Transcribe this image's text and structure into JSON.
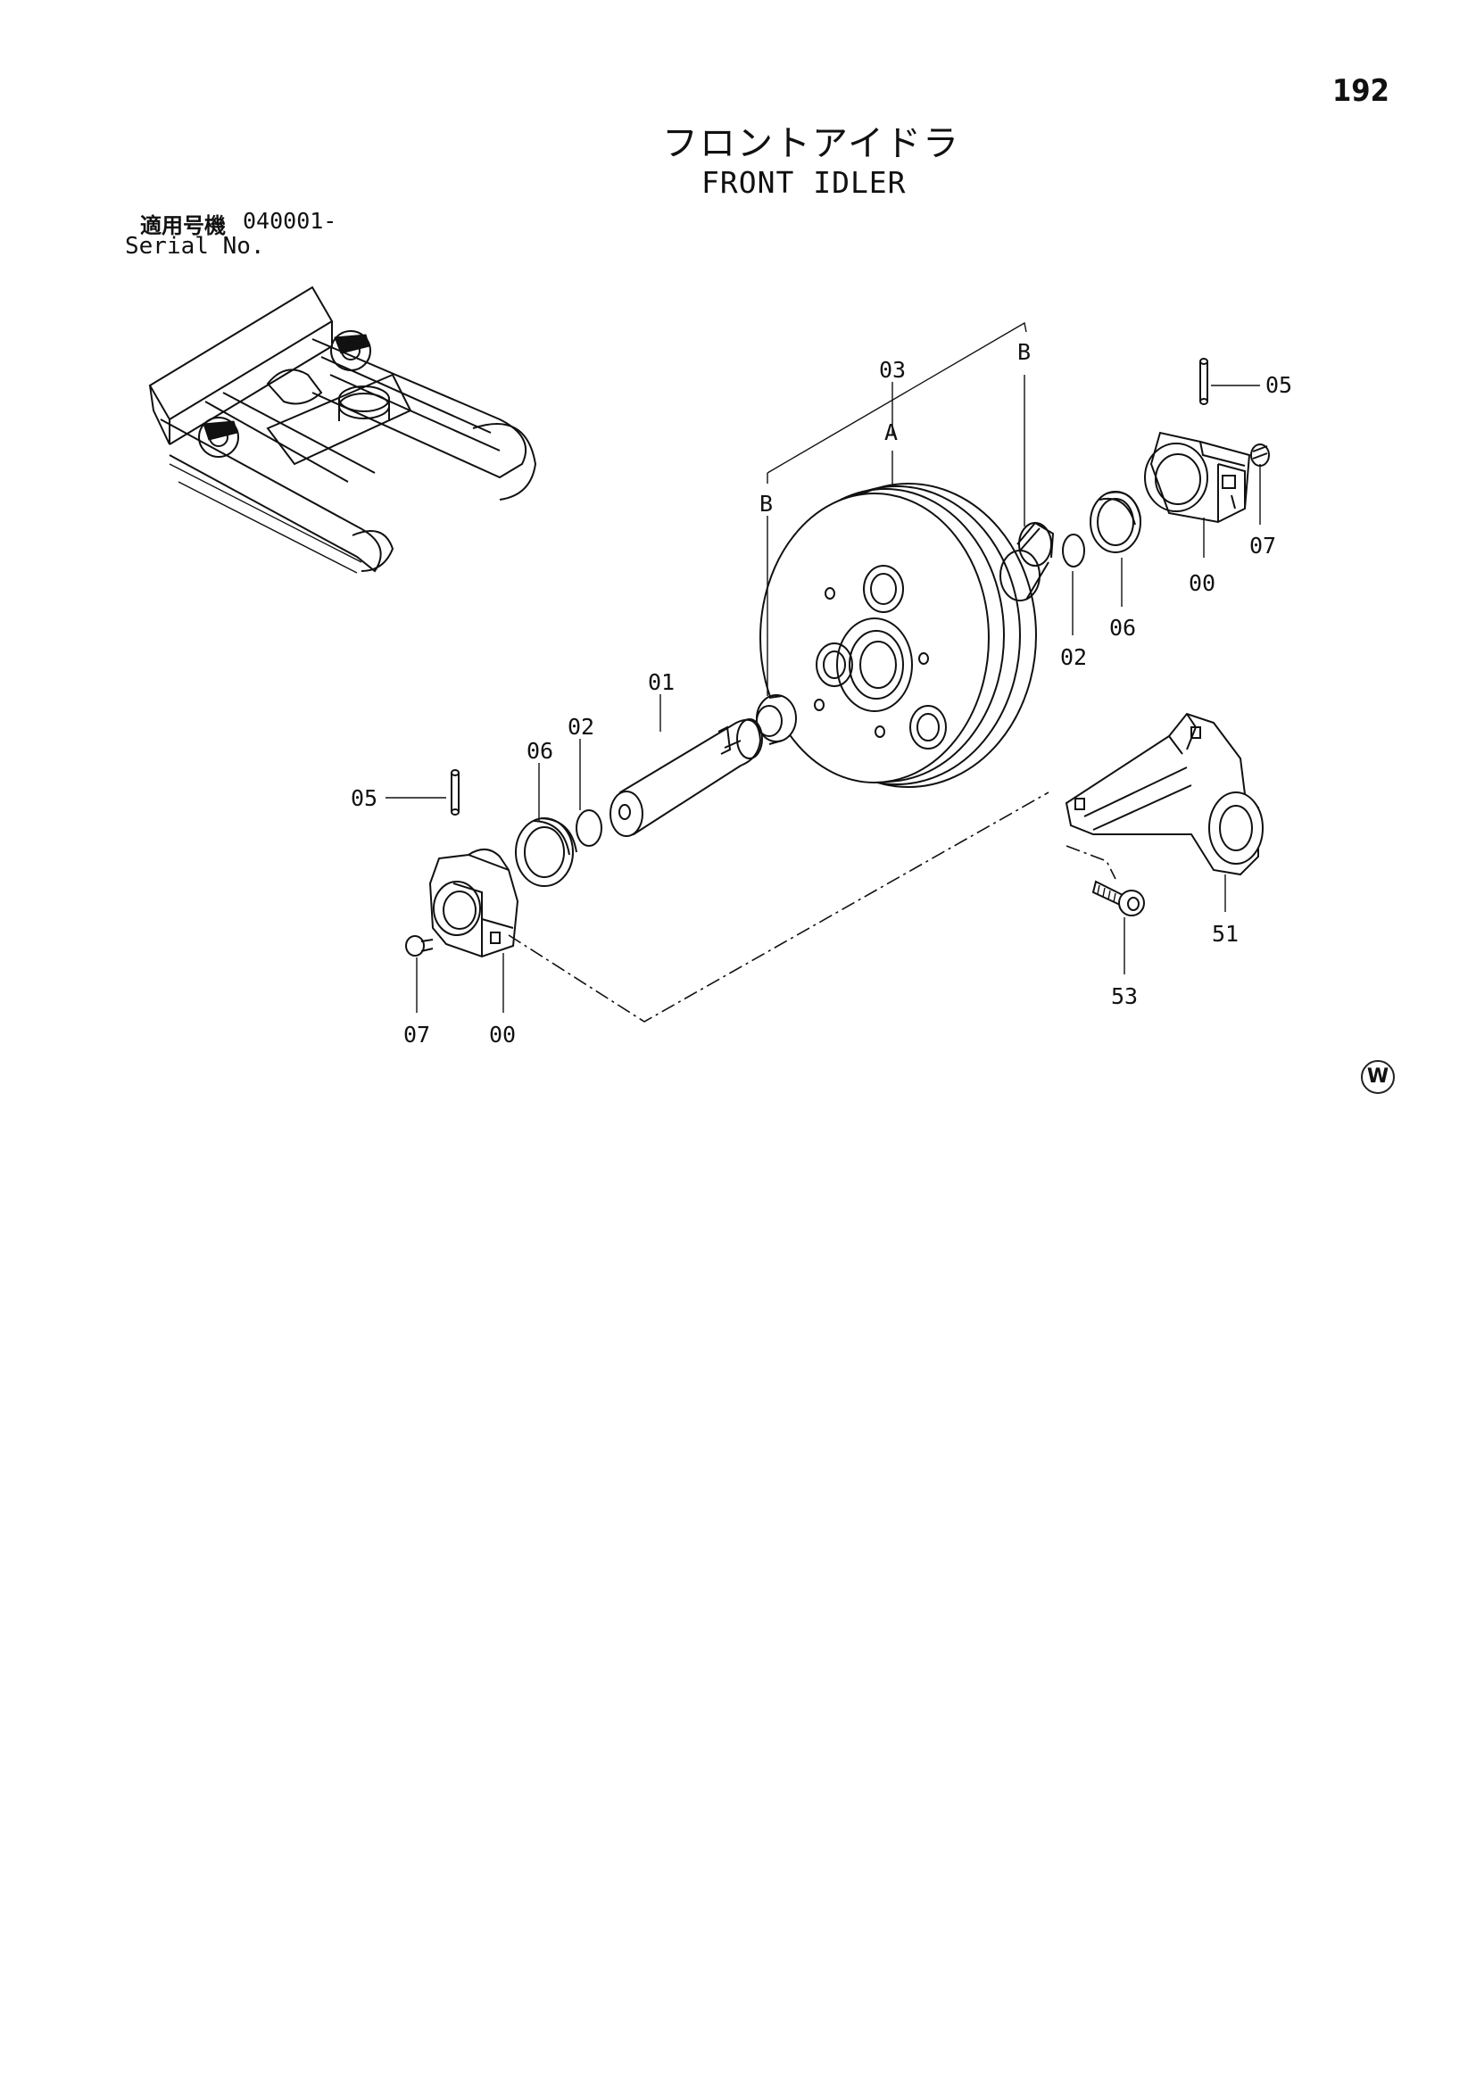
{
  "page": {
    "number": "192",
    "title_jp": "フロントアイドラ",
    "title_en": "FRONT IDLER",
    "serial_label_jp": "適用号機",
    "serial_value": "040001-",
    "serial_label_en": "Serial No.",
    "watermark": "W"
  },
  "callouts": {
    "c03": "03",
    "cA": "A",
    "cB_top": "B",
    "cB_left": "B",
    "c05_top": "05",
    "c07_right": "07",
    "c00_right": "00",
    "c06_right": "06",
    "c02_right": "02",
    "c01": "01",
    "c02_left": "02",
    "c06_left": "06",
    "c05_left": "05",
    "c51": "51",
    "c53": "53",
    "c07_left": "07",
    "c00_left": "00"
  }
}
